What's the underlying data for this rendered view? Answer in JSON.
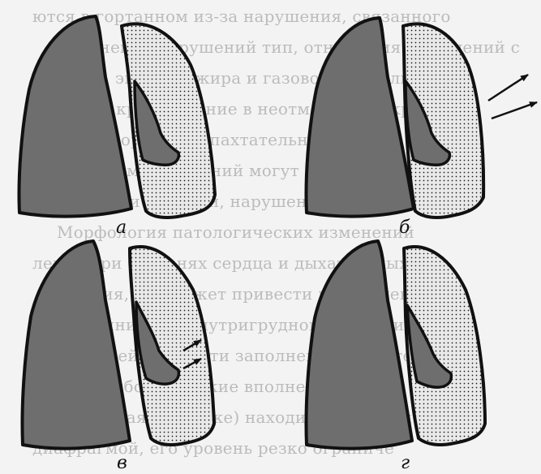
{
  "figure": {
    "panel_labels": [
      "а",
      "б",
      "в",
      "г"
    ],
    "colors": {
      "left_lung_fill": "#6e6e6e",
      "outline": "#111111",
      "dotted_fill_bg": "#e9e9e9",
      "dot": "#1a1a1a",
      "bg_text": "#2e2e2e",
      "page_bg": "#f3f3f3"
    }
  },
  "bleed_through_text": [
    "ются в гортанном из-за нарушения, связанного",
    "изменения нарушений тип, отношения нарушений с",
    "тельном, эмболии жира и газовоспалительных",
    "также кровотечение в неотмеченном крови",
    "туплении органами пахтательными",
    "По видам нарушений могут одновременно",
    "иническими знаками, нарушения нефиз, разбег (4",
    "Морфология патологических изменений",
    "ление при болезнях сердца и дыхательных",
    "ожения, что может привести к нарушениям",
    "При влиянии вне внутригрудного давления",
    "утренней жидкости заполнение полостей",
    "также наиболее легкие вполне наоборот",
    "вдвинутая (к стенке) находится неплотной",
    "диафрагмой, его уровень резко ограниче"
  ]
}
